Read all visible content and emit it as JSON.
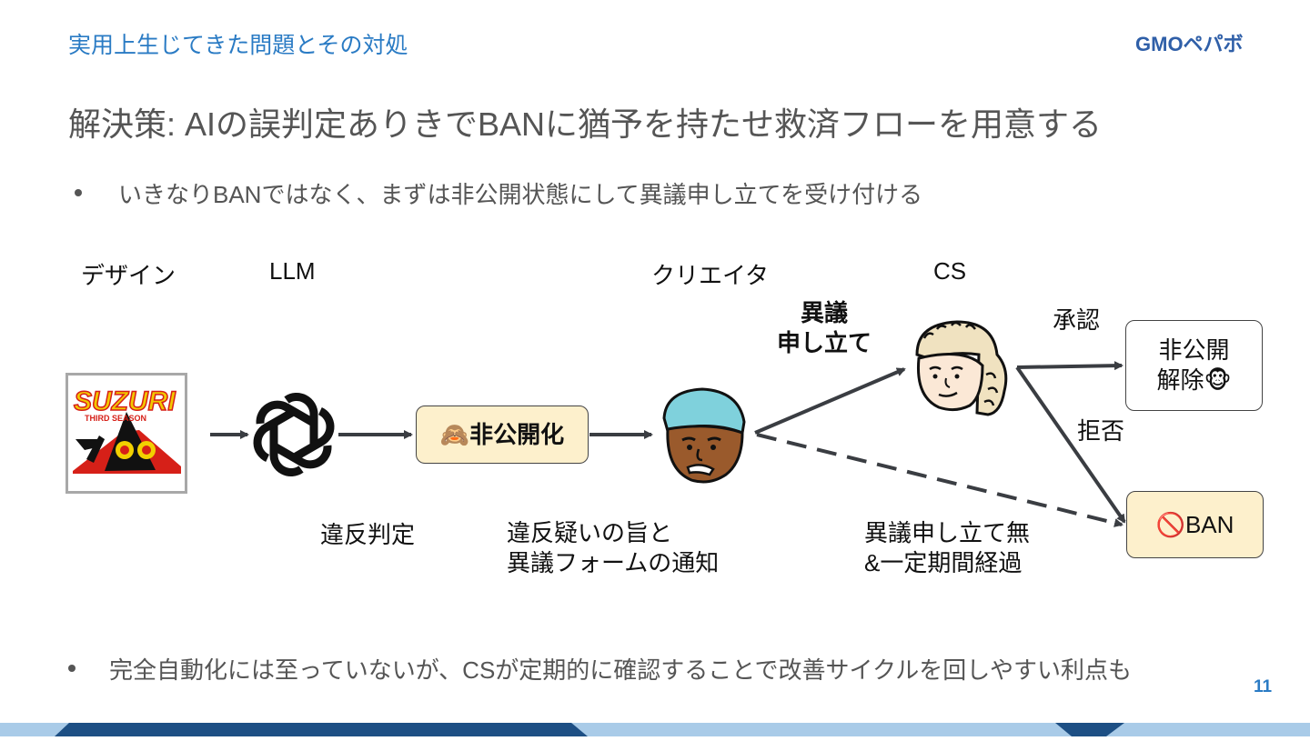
{
  "header": {
    "section_title": "実用上生じてきた問題とその対処",
    "logo_text": "GMOペパボ"
  },
  "title": "解決策: AIの誤判定ありきでBANに猶予を持たせ救済フローを用意する",
  "bullets": [
    "いきなりBANではなく、まずは非公開状態にして異議申し立てを受け付ける",
    "完全自動化には至っていないが、CSが定期的に確認することで改善サイクルを回しやすい利点も"
  ],
  "diagram": {
    "headers": {
      "design": "デザイン",
      "llm": "LLM",
      "creator": "クリエイタ",
      "cs": "CS"
    },
    "design_logo": {
      "line1": "SUZURI",
      "line2": "THIRD SEASON"
    },
    "hikoukaika_label": "🙈非公開化",
    "ihan_hantei": "違反判定",
    "notice_line1": "違反疑いの旨と",
    "notice_line2": "異議フォームの通知",
    "appeal_line1": "異議",
    "appeal_line2": "申し立て",
    "shounin": "承認",
    "kyohi": "拒否",
    "kaijo_line1": "非公開",
    "kaijo_line2": "解除🐵",
    "ban_label": "🚫BAN",
    "no_appeal_line1": "異議申し立て無",
    "no_appeal_line2": "&一定期間経過"
  },
  "page_number": "11",
  "colors": {
    "accent_blue": "#2a7bc4",
    "box_fill": "#fdf0cc",
    "footer_dark": "#1d4f84",
    "footer_light": "#a9cbe8"
  }
}
